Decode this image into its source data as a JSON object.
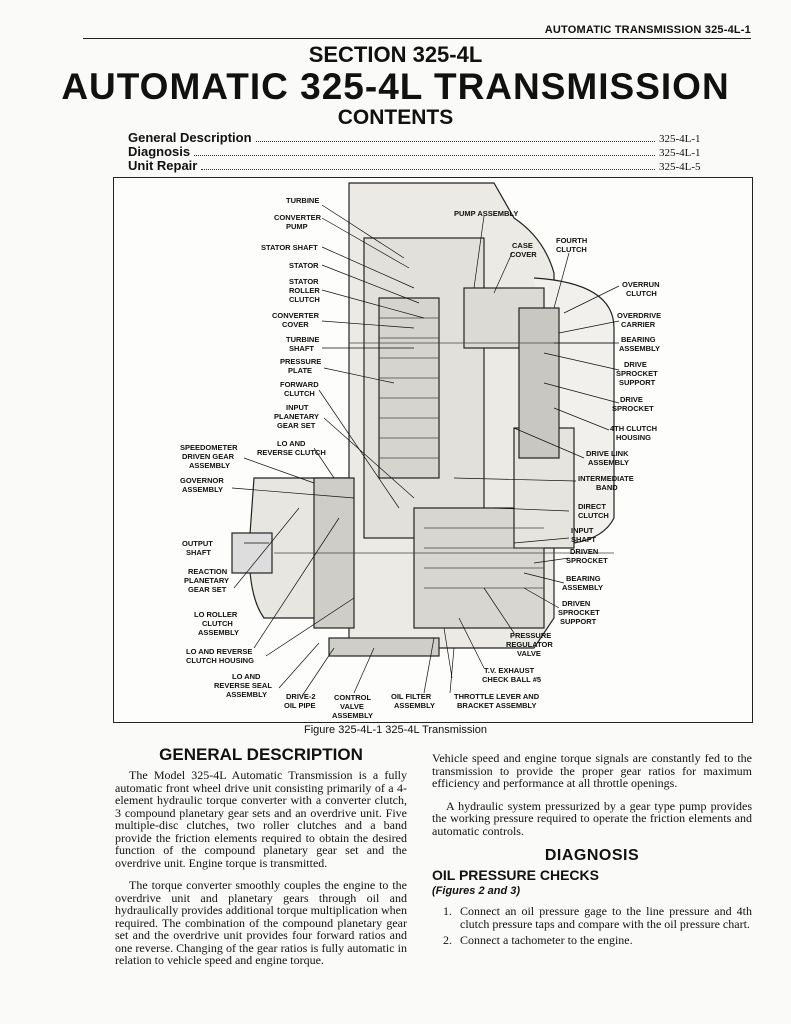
{
  "header": {
    "running_title": "AUTOMATIC TRANSMISSION 325-4L-1",
    "section": "SECTION 325-4L",
    "title": "AUTOMATIC 325-4L TRANSMISSION",
    "contents": "CONTENTS"
  },
  "toc": [
    {
      "label": "General Description",
      "page": "325-4L-1"
    },
    {
      "label": "Diagnosis",
      "page": "325-4L-1"
    },
    {
      "label": "Unit Repair",
      "page": "325-4L-5"
    }
  ],
  "figure": {
    "caption": "Figure 325-4L-1 325-4L Transmission",
    "labels": {
      "turbine": "TURBINE",
      "converter_pump_1": "CONVERTER",
      "converter_pump_2": "PUMP",
      "stator_shaft": "STATOR SHAFT",
      "stator": "STATOR",
      "stator_roller_1": "STATOR",
      "stator_roller_2": "ROLLER",
      "stator_roller_3": "CLUTCH",
      "converter_cover_1": "CONVERTER",
      "converter_cover_2": "COVER",
      "turbine_shaft_1": "TURBINE",
      "turbine_shaft_2": "SHAFT",
      "pressure_plate_1": "PRESSURE",
      "pressure_plate_2": "PLATE",
      "forward_clutch_1": "FORWARD",
      "forward_clutch_2": "CLUTCH",
      "input_planetary_1": "INPUT",
      "input_planetary_2": "PLANETARY",
      "input_planetary_3": "GEAR SET",
      "speedometer_1": "SPEEDOMETER",
      "speedometer_2": "DRIVEN GEAR",
      "speedometer_3": "ASSEMBLY",
      "lo_reverse_1": "LO AND",
      "lo_reverse_2": "REVERSE CLUTCH",
      "governor_1": "GOVERNOR",
      "governor_2": "ASSEMBLY",
      "output_shaft_1": "OUTPUT",
      "output_shaft_2": "SHAFT",
      "reaction_1": "REACTION",
      "reaction_2": "PLANETARY",
      "reaction_3": "GEAR SET",
      "lo_roller_1": "LO ROLLER",
      "lo_roller_2": "CLUTCH",
      "lo_roller_3": "ASSEMBLY",
      "lo_rev_housing_1": "LO AND REVERSE",
      "lo_rev_housing_2": "CLUTCH HOUSING",
      "lo_rev_seal_1": "LO AND",
      "lo_rev_seal_2": "REVERSE SEAL",
      "lo_rev_seal_3": "ASSEMBLY",
      "drive2_1": "DRIVE-2",
      "drive2_2": "OIL PIPE",
      "control_valve_1": "CONTROL",
      "control_valve_2": "VALVE",
      "control_valve_3": "ASSEMBLY",
      "oil_filter_1": "OIL FILTER",
      "oil_filter_2": "ASSEMBLY",
      "throttle_1": "THROTTLE LEVER AND",
      "throttle_2": "BRACKET ASSEMBLY",
      "pump_assembly": "PUMP ASSEMBLY",
      "case_cover_1": "CASE",
      "case_cover_2": "COVER",
      "fourth_clutch_1": "FOURTH",
      "fourth_clutch_2": "CLUTCH",
      "overrun_1": "OVERRUN",
      "overrun_2": "CLUTCH",
      "overdrive_1": "OVERDRIVE",
      "overdrive_2": "CARRIER",
      "bearing_1": "BEARING",
      "bearing_2": "ASSEMBLY",
      "drive_sprocket_support_1": "DRIVE",
      "drive_sprocket_support_2": "SPROCKET",
      "drive_sprocket_support_3": "SUPPORT",
      "drive_sprocket_1": "DRIVE",
      "drive_sprocket_2": "SPROCKET",
      "fourth_housing_1": "4TH CLUTCH",
      "fourth_housing_2": "HOUSING",
      "drive_link_1": "DRIVE LINK",
      "drive_link_2": "ASSEMBLY",
      "intermediate_1": "INTERMEDIATE",
      "intermediate_2": "BAND",
      "direct_1": "DIRECT",
      "direct_2": "CLUTCH",
      "input_shaft_1": "INPUT",
      "input_shaft_2": "SHAFT",
      "driven_sprocket_1": "DRIVEN",
      "driven_sprocket_2": "SPROCKET",
      "bearing2_1": "BEARING",
      "bearing2_2": "ASSEMBLY",
      "driven_support_1": "DRIVEN",
      "driven_support_2": "SPROCKET",
      "driven_support_3": "SUPPORT",
      "pressure_reg_1": "PRESSURE",
      "pressure_reg_2": "REGULATOR",
      "pressure_reg_3": "VALVE",
      "tv_exhaust_1": "T.V. EXHAUST",
      "tv_exhaust_2": "CHECK BALL #5"
    }
  },
  "general": {
    "heading": "GENERAL DESCRIPTION",
    "p1": "The Model 325-4L Automatic Transmission is a fully automatic front wheel drive unit consisting primarily of a 4-element hydraulic torque converter with a converter clutch, 3 compound planetary gear sets and an overdrive unit. Five multiple-disc clutches, two roller clutches and a band provide the friction elements required to obtain the desired function of the compound planetary gear set and the overdrive unit. Engine torque is transmitted.",
    "p2": "The torque converter smoothly couples the engine to the overdrive unit and planetary gears through oil and hydraulically provides additional torque multiplication when required. The combination of the compound planetary gear set and the overdrive unit provides four forward ratios and one reverse. Changing of the gear ratios is fully automatic in relation to vehicle speed and engine torque.",
    "p3": "Vehicle speed and engine torque signals are constantly fed to the transmission to provide the proper gear ratios for maximum efficiency and performance at all throttle openings.",
    "p4": "A hydraulic system pressurized by a gear type pump provides the working pressure required to operate the friction elements and automatic controls."
  },
  "diagnosis": {
    "heading": "DIAGNOSIS",
    "subheading": "OIL PRESSURE CHECKS",
    "figures": "(Figures 2 and 3)",
    "steps": [
      {
        "num": "1.",
        "text": "Connect an oil pressure gage to the line pressure and 4th clutch pressure taps and compare with the oil pressure chart."
      },
      {
        "num": "2.",
        "text": "Connect a tachometer to the engine."
      }
    ]
  }
}
